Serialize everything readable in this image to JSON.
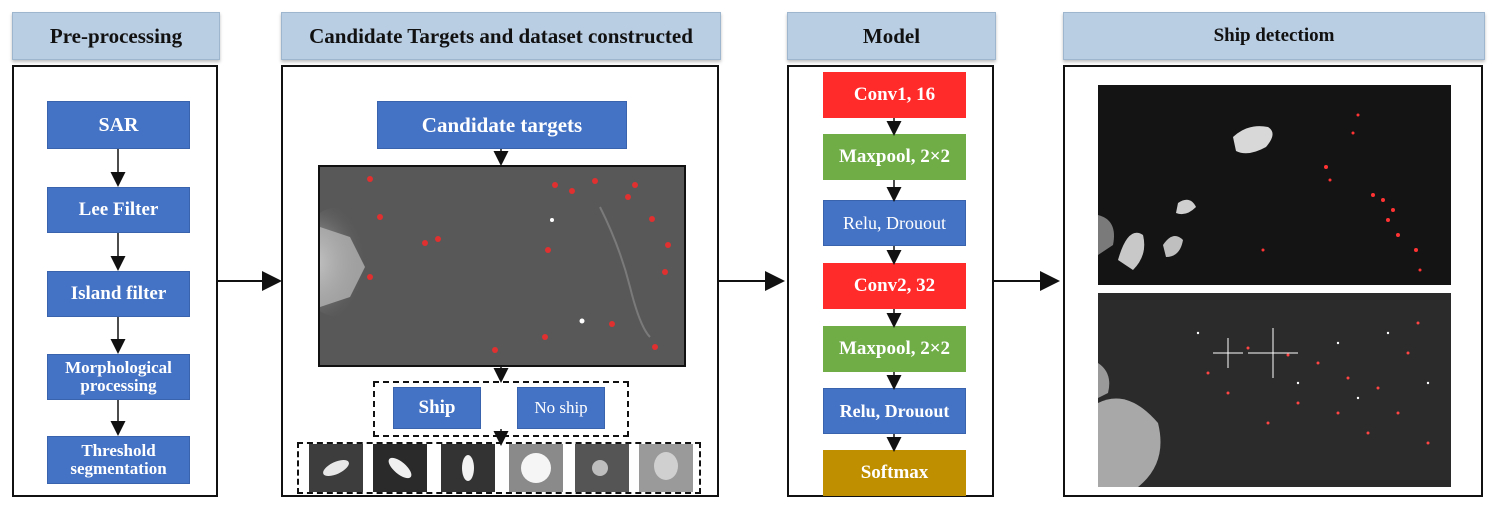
{
  "headers": {
    "preprocessing": "Pre-processing",
    "candidate": "Candidate Targets and dataset constructed",
    "model": "Model",
    "detection": "Ship detectiom"
  },
  "preprocessing_steps": [
    "SAR",
    "Lee Filter",
    "Island filter",
    "Morphological processing",
    "Threshold segmentation"
  ],
  "candidate": {
    "title": "Candidate targets",
    "ship": "Ship",
    "no_ship": "No ship"
  },
  "model_layers": [
    "Conv1, 16",
    "Maxpool, 2×2",
    "Relu, Drouout",
    "Conv2, 32",
    "Maxpool, 2×2",
    "Relu, Drouout",
    "Softmax"
  ],
  "colors": {
    "header_bg": "#b9cde3",
    "box_blue": "#4472c4",
    "conv_red": "#ff2a2a",
    "pool_green": "#70ad47",
    "softmax_gold": "#bf8f00"
  }
}
